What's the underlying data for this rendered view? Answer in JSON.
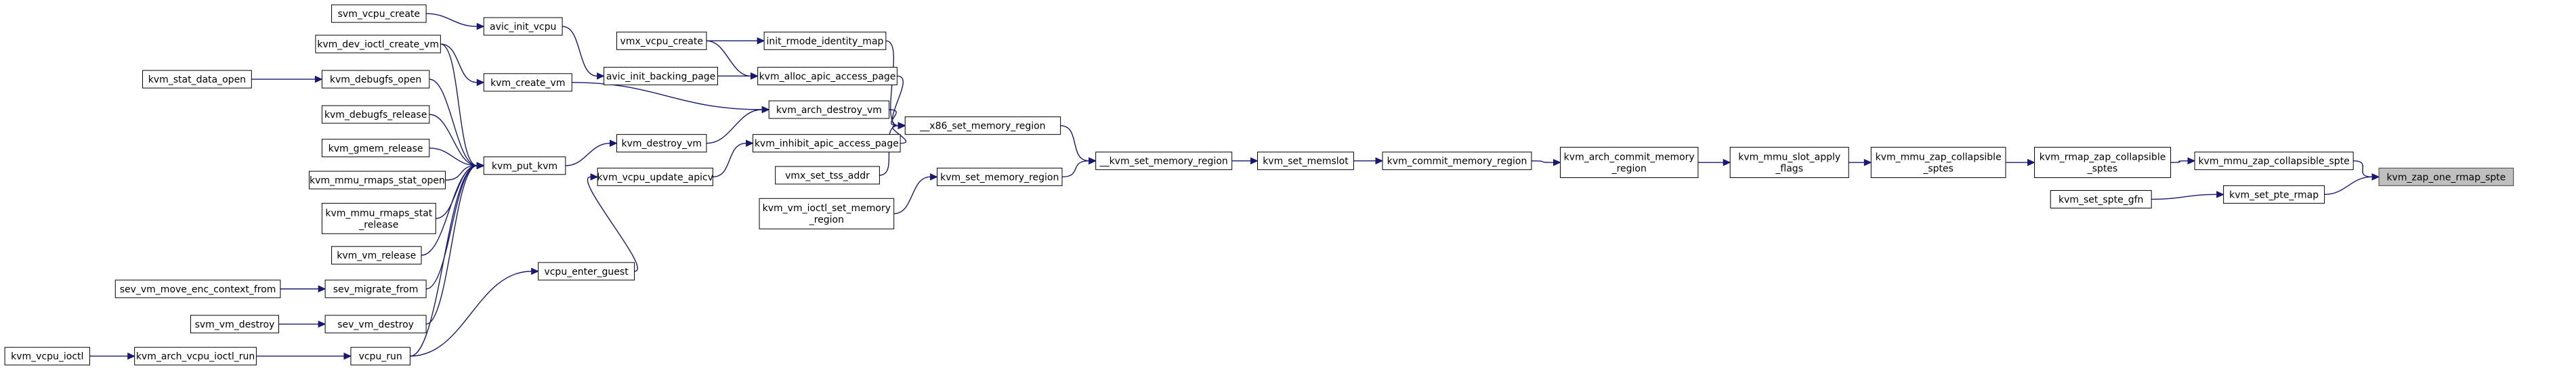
{
  "graph": {
    "type": "call-graph",
    "direction": "callers-to-the-left",
    "root_node": "kvm_zap_one_rmap_spte",
    "colors": {
      "edge": "#191970",
      "node_border": "#000000",
      "node_fill": "#ffffff",
      "current_node_fill": "#bfbfbf"
    },
    "nodes": [
      {
        "id": "svm_vcpu_create",
        "lines": [
          "svm_vcpu_create"
        ]
      },
      {
        "id": "avic_init_vcpu",
        "lines": [
          "avic_init_vcpu"
        ]
      },
      {
        "id": "kvm_dev_ioctl_create_vm",
        "lines": [
          "kvm_dev_ioctl_create_vm"
        ]
      },
      {
        "id": "vmx_vcpu_create",
        "lines": [
          "vmx_vcpu_create"
        ]
      },
      {
        "id": "init_rmode_identity_map",
        "lines": [
          "init_rmode_identity_map"
        ]
      },
      {
        "id": "kvm_stat_data_open",
        "lines": [
          "kvm_stat_data_open"
        ]
      },
      {
        "id": "kvm_debugfs_open",
        "lines": [
          "kvm_debugfs_open"
        ]
      },
      {
        "id": "avic_init_backing_page",
        "lines": [
          "avic_init_backing_page"
        ]
      },
      {
        "id": "kvm_alloc_apic_access_page",
        "lines": [
          "kvm_alloc_apic_access_page"
        ]
      },
      {
        "id": "kvm_create_vm",
        "lines": [
          "kvm_create_vm"
        ]
      },
      {
        "id": "kvm_arch_destroy_vm",
        "lines": [
          "kvm_arch_destroy_vm"
        ]
      },
      {
        "id": "kvm_debugfs_release",
        "lines": [
          "kvm_debugfs_release"
        ]
      },
      {
        "id": "x86_set_memory_region",
        "lines": [
          "__x86_set_memory_region"
        ]
      },
      {
        "id": "kvm_gmem_release",
        "lines": [
          "kvm_gmem_release"
        ]
      },
      {
        "id": "kvm_destroy_vm",
        "lines": [
          "kvm_destroy_vm"
        ]
      },
      {
        "id": "kvm_inhibit_apic_access_page",
        "lines": [
          "kvm_inhibit_apic_access_page"
        ]
      },
      {
        "id": "kvm_put_kvm",
        "lines": [
          "kvm_put_kvm"
        ]
      },
      {
        "id": "kvm_mmu_rmaps_stat_open",
        "lines": [
          "kvm_mmu_rmaps_stat_open"
        ]
      },
      {
        "id": "kvm_vcpu_update_apicv",
        "lines": [
          "kvm_vcpu_update_apicv"
        ]
      },
      {
        "id": "kvm_set_memory_region_internal",
        "lines": [
          "__kvm_set_memory_region"
        ]
      },
      {
        "id": "kvm_set_memslot",
        "lines": [
          "kvm_set_memslot"
        ]
      },
      {
        "id": "kvm_commit_memory_region",
        "lines": [
          "kvm_commit_memory_region"
        ]
      },
      {
        "id": "kvm_arch_commit_memory_region",
        "lines": [
          "kvm_arch_commit_memory",
          "_region"
        ]
      },
      {
        "id": "kvm_mmu_slot_apply_flags",
        "lines": [
          "kvm_mmu_slot_apply",
          "_flags"
        ]
      },
      {
        "id": "kvm_mmu_zap_collapsible_sptes",
        "lines": [
          "kvm_mmu_zap_collapsible",
          "_sptes"
        ]
      },
      {
        "id": "kvm_rmap_zap_collapsible_sptes",
        "lines": [
          "kvm_rmap_zap_collapsible",
          "_sptes"
        ]
      },
      {
        "id": "kvm_mmu_zap_collapsible_spte",
        "lines": [
          "kvm_mmu_zap_collapsible_spte"
        ]
      },
      {
        "id": "kvm_zap_one_rmap_spte",
        "lines": [
          "kvm_zap_one_rmap_spte"
        ],
        "current": true
      },
      {
        "id": "vmx_set_tss_addr",
        "lines": [
          "vmx_set_tss_addr"
        ]
      },
      {
        "id": "kvm_set_memory_region",
        "lines": [
          "kvm_set_memory_region"
        ]
      },
      {
        "id": "kvm_mmu_rmaps_stat_release",
        "lines": [
          "kvm_mmu_rmaps_stat",
          "_release"
        ]
      },
      {
        "id": "kvm_vm_ioctl_set_memory_region",
        "lines": [
          "kvm_vm_ioctl_set_memory",
          "_region"
        ]
      },
      {
        "id": "kvm_set_spte_gfn",
        "lines": [
          "kvm_set_spte_gfn"
        ]
      },
      {
        "id": "kvm_set_pte_rmap",
        "lines": [
          "kvm_set_pte_rmap"
        ]
      },
      {
        "id": "kvm_vm_release",
        "lines": [
          "kvm_vm_release"
        ]
      },
      {
        "id": "vcpu_enter_guest",
        "lines": [
          "vcpu_enter_guest"
        ]
      },
      {
        "id": "sev_vm_move_enc_context_from",
        "lines": [
          "sev_vm_move_enc_context_from"
        ]
      },
      {
        "id": "sev_migrate_from",
        "lines": [
          "sev_migrate_from"
        ]
      },
      {
        "id": "svm_vm_destroy",
        "lines": [
          "svm_vm_destroy"
        ]
      },
      {
        "id": "sev_vm_destroy",
        "lines": [
          "sev_vm_destroy"
        ]
      },
      {
        "id": "kvm_vcpu_ioctl",
        "lines": [
          "kvm_vcpu_ioctl"
        ]
      },
      {
        "id": "kvm_arch_vcpu_ioctl_run",
        "lines": [
          "kvm_arch_vcpu_ioctl_run"
        ]
      },
      {
        "id": "vcpu_run",
        "lines": [
          "vcpu_run"
        ]
      }
    ],
    "edges": [
      {
        "from": "svm_vcpu_create",
        "to": "avic_init_vcpu"
      },
      {
        "from": "avic_init_vcpu",
        "to": "avic_init_backing_page"
      },
      {
        "from": "vmx_vcpu_create",
        "to": "init_rmode_identity_map"
      },
      {
        "from": "vmx_vcpu_create",
        "to": "kvm_alloc_apic_access_page"
      },
      {
        "from": "avic_init_backing_page",
        "to": "kvm_alloc_apic_access_page"
      },
      {
        "from": "init_rmode_identity_map",
        "to": "x86_set_memory_region"
      },
      {
        "from": "kvm_alloc_apic_access_page",
        "to": "x86_set_memory_region"
      },
      {
        "from": "kvm_arch_destroy_vm",
        "to": "x86_set_memory_region"
      },
      {
        "from": "kvm_inhibit_apic_access_page",
        "to": "x86_set_memory_region"
      },
      {
        "from": "vmx_set_tss_addr",
        "to": "x86_set_memory_region"
      },
      {
        "from": "kvm_create_vm",
        "to": "kvm_arch_destroy_vm"
      },
      {
        "from": "kvm_destroy_vm",
        "to": "kvm_arch_destroy_vm"
      },
      {
        "from": "kvm_vcpu_update_apicv",
        "to": "kvm_inhibit_apic_access_page"
      },
      {
        "from": "kvm_dev_ioctl_create_vm",
        "to": "kvm_create_vm"
      },
      {
        "from": "kvm_stat_data_open",
        "to": "kvm_debugfs_open"
      },
      {
        "from": "kvm_dev_ioctl_create_vm",
        "to": "kvm_put_kvm"
      },
      {
        "from": "kvm_debugfs_open",
        "to": "kvm_put_kvm"
      },
      {
        "from": "kvm_debugfs_release",
        "to": "kvm_put_kvm"
      },
      {
        "from": "kvm_gmem_release",
        "to": "kvm_put_kvm"
      },
      {
        "from": "kvm_mmu_rmaps_stat_open",
        "to": "kvm_put_kvm"
      },
      {
        "from": "kvm_mmu_rmaps_stat_release",
        "to": "kvm_put_kvm"
      },
      {
        "from": "kvm_vm_release",
        "to": "kvm_put_kvm"
      },
      {
        "from": "sev_migrate_from",
        "to": "kvm_put_kvm"
      },
      {
        "from": "sev_vm_destroy",
        "to": "kvm_put_kvm"
      },
      {
        "from": "vcpu_run",
        "to": "kvm_put_kvm"
      },
      {
        "from": "kvm_put_kvm",
        "to": "kvm_destroy_vm"
      },
      {
        "from": "vcpu_enter_guest",
        "to": "kvm_vcpu_update_apicv"
      },
      {
        "from": "vcpu_run",
        "to": "vcpu_enter_guest"
      },
      {
        "from": "sev_vm_move_enc_context_from",
        "to": "sev_migrate_from"
      },
      {
        "from": "svm_vm_destroy",
        "to": "sev_vm_destroy"
      },
      {
        "from": "kvm_vcpu_ioctl",
        "to": "kvm_arch_vcpu_ioctl_run"
      },
      {
        "from": "kvm_arch_vcpu_ioctl_run",
        "to": "vcpu_run"
      },
      {
        "from": "x86_set_memory_region",
        "to": "kvm_set_memory_region_internal"
      },
      {
        "from": "kvm_set_memory_region",
        "to": "kvm_set_memory_region_internal"
      },
      {
        "from": "kvm_vm_ioctl_set_memory_region",
        "to": "kvm_set_memory_region"
      },
      {
        "from": "kvm_set_memory_region_internal",
        "to": "kvm_set_memslot"
      },
      {
        "from": "kvm_set_memslot",
        "to": "kvm_commit_memory_region"
      },
      {
        "from": "kvm_commit_memory_region",
        "to": "kvm_arch_commit_memory_region"
      },
      {
        "from": "kvm_arch_commit_memory_region",
        "to": "kvm_mmu_slot_apply_flags"
      },
      {
        "from": "kvm_mmu_slot_apply_flags",
        "to": "kvm_mmu_zap_collapsible_sptes"
      },
      {
        "from": "kvm_mmu_zap_collapsible_sptes",
        "to": "kvm_rmap_zap_collapsible_sptes"
      },
      {
        "from": "kvm_rmap_zap_collapsible_sptes",
        "to": "kvm_mmu_zap_collapsible_spte"
      },
      {
        "from": "kvm_mmu_zap_collapsible_spte",
        "to": "kvm_zap_one_rmap_spte"
      },
      {
        "from": "kvm_set_spte_gfn",
        "to": "kvm_set_pte_rmap"
      },
      {
        "from": "kvm_set_pte_rmap",
        "to": "kvm_zap_one_rmap_spte"
      }
    ]
  }
}
